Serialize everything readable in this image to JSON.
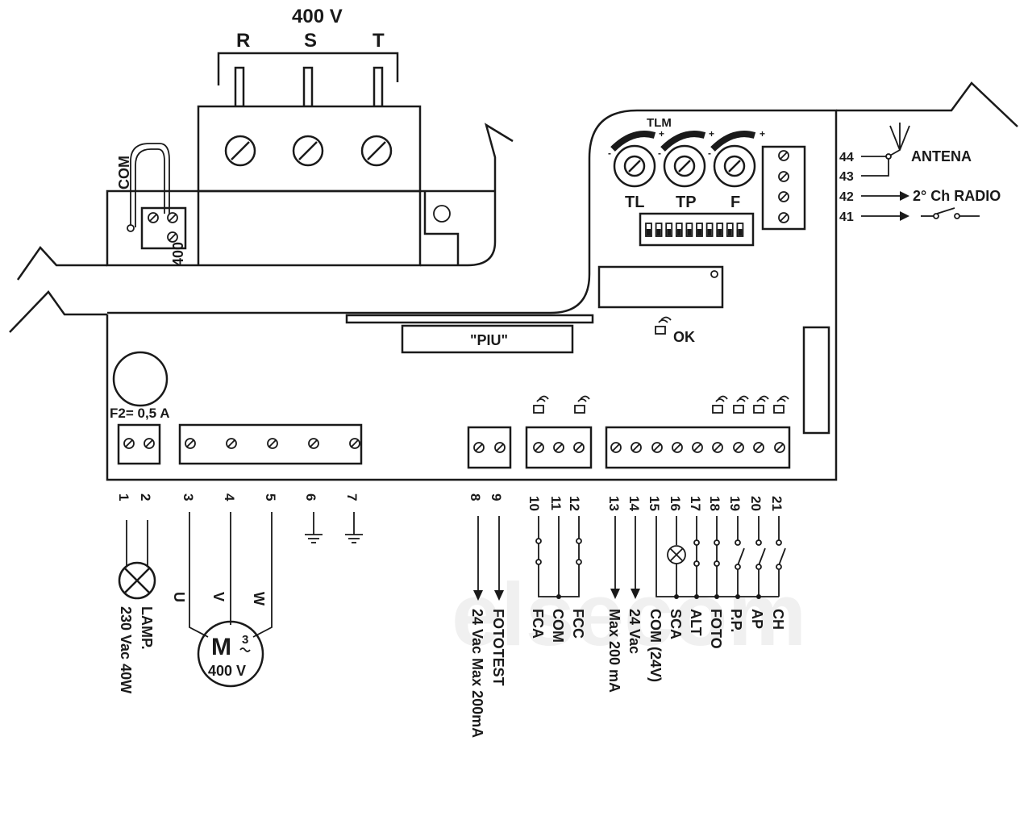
{
  "supply": {
    "voltage": "400 V",
    "phases": [
      "R",
      "S",
      "T"
    ]
  },
  "transformer": {
    "com": "COM",
    "tap": "400"
  },
  "fuse": {
    "label": "F2= 0,5 A"
  },
  "board": {
    "module": "\"PIU\"",
    "ok_led": "OK"
  },
  "trimmers": {
    "group": "TLM",
    "items": [
      "TL",
      "TP",
      "F"
    ]
  },
  "radio": {
    "antenna": "ANTENA",
    "channel2": "2° Ch RADIO",
    "terminals": [
      "44",
      "43",
      "42",
      "41"
    ]
  },
  "terminals": {
    "numbers": [
      "1",
      "2",
      "3",
      "4",
      "5",
      "6",
      "7",
      "8",
      "9",
      "10",
      "11",
      "12",
      "13",
      "14",
      "15",
      "16",
      "17",
      "18",
      "19",
      "20",
      "21"
    ],
    "labels": {
      "lamp": "LAMP.",
      "lamp_spec": "230 Vac 40W",
      "u": "U",
      "v": "V",
      "w": "W",
      "fototest": "FOTOTEST",
      "fototest_spec": "24 Vac Max 200mA",
      "fca": "FCA",
      "com": "COM",
      "fcc": "FCC",
      "max": "Max 200 mA",
      "vac24": "24 Vac",
      "com24": "COM (24V)",
      "sca": "SCA",
      "alt": "ALT",
      "foto": "FOTO",
      "pp": "P.P.",
      "ap": "AP",
      "ch": "CH"
    }
  },
  "motor": {
    "symbol": "M",
    "phase_count": "3",
    "voltage": "400 V"
  },
  "watermark": "elsecom"
}
